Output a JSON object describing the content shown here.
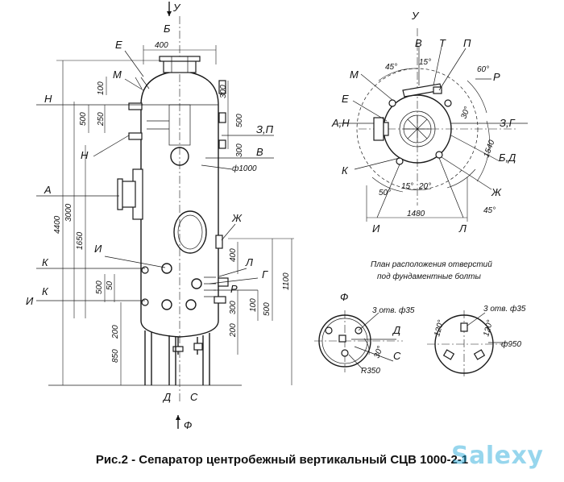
{
  "caption": "Рис.2 - Сепаратор центробежный вертикальный СЦВ 1000-2-1",
  "watermark": "Salexy",
  "front_view": {
    "view_marks": {
      "top": "У",
      "bottom": "Ф"
    },
    "nozzle_labels": {
      "E": "Е",
      "B_top": "Б",
      "M": "М",
      "N1": "Н",
      "N2": "Н",
      "A": "А",
      "I_inner": "И",
      "K1": "К",
      "K2": "К",
      "I_left": "И",
      "ZP": "З,П",
      "V": "В",
      "ZH": "Ж",
      "L": "Л",
      "G": "Г",
      "R": "Р",
      "D": "Д",
      "S": "С"
    },
    "dimensions": {
      "d400_top": "400",
      "d100": "100",
      "d250": "250",
      "d500_left": "500",
      "d4400": "4400",
      "d3000": "3000",
      "d1650": "1650",
      "d500_k": "500",
      "d50": "50",
      "d200_left": "200",
      "d850": "850",
      "d300_top_r": "300",
      "d500_r": "500",
      "d300_mid_r": "300",
      "diam_1000": "ф1000",
      "d400_zh": "400",
      "d1100": "1100",
      "d500_rr": "500",
      "d100_rr": "100",
      "d300_rr": "300",
      "d200_rr": "200"
    }
  },
  "plan_view": {
    "view_mark": "У",
    "labels": {
      "V": "В",
      "T": "Т",
      "P": "П",
      "M": "М",
      "R": "Р",
      "E": "Е",
      "AN": "А,Н",
      "ZG": "З,Г",
      "BD": "Б,Д",
      "K": "К",
      "ZH": "Ж",
      "I": "И",
      "L": "Л"
    },
    "angles": {
      "a45_top": "45°",
      "a15_top": "15°",
      "a60": "60°",
      "a30": "30°",
      "a50": "50°",
      "a15_bot": "15°",
      "a20": "20°",
      "a45_bot": "45°"
    },
    "dimensions": {
      "d1540": "1540",
      "d1480": "1480"
    },
    "note_line1": "План расположения отверстий",
    "note_line2": "под фундаментные болты"
  },
  "base_view_f": {
    "view_mark": "Ф",
    "holes_note": "3 отв. ф35",
    "labels": {
      "D": "Д",
      "S": "С"
    },
    "angle_30": "30°",
    "radius": "R350"
  },
  "base_view_2": {
    "holes_note": "3 отв. ф35",
    "angle_120_left": "120°",
    "angle_120_right": "120°",
    "diameter": "ф950"
  }
}
